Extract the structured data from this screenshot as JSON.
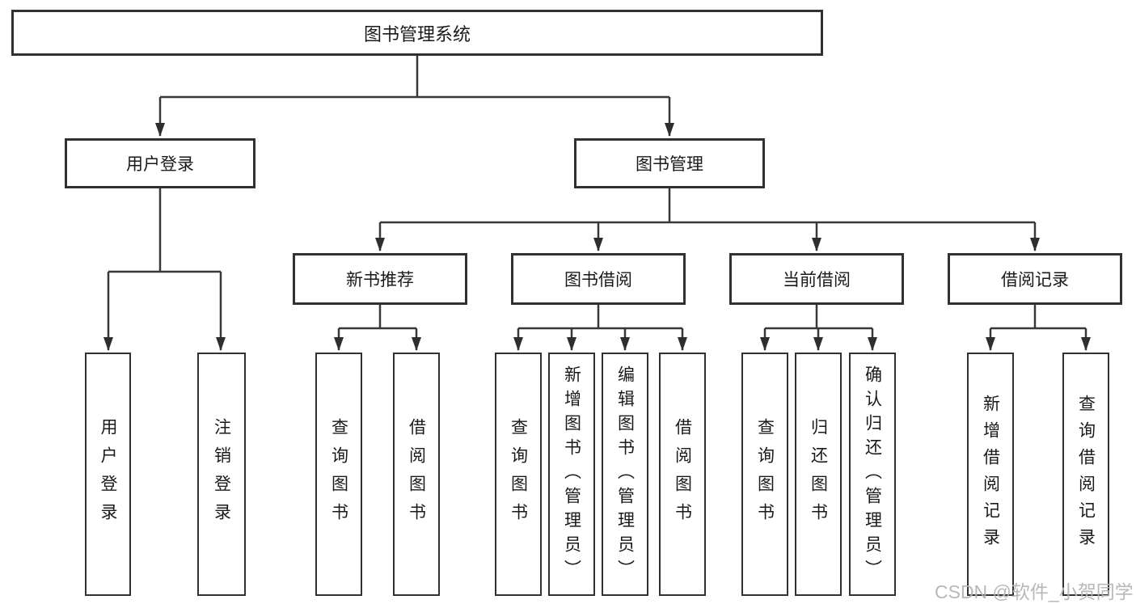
{
  "title": "图书管理系统",
  "watermark": "CSDN @软件_小贺同学",
  "colors": {
    "background": "#ffffff",
    "box_border": "#313131",
    "connector_line": "#383838",
    "text": "#1a1a1a",
    "watermark": "#b4b4b4"
  },
  "nodes": {
    "root": {
      "label": "图书管理系统"
    },
    "level2": [
      {
        "label": "用户登录"
      },
      {
        "label": "图书管理"
      }
    ],
    "level3": [
      {
        "label": "新书推荐"
      },
      {
        "label": "图书借阅"
      },
      {
        "label": "当前借阅"
      },
      {
        "label": "借阅记录"
      }
    ],
    "leaves": [
      {
        "label": "用户登录"
      },
      {
        "label": "注销登录"
      },
      {
        "label": "查询图书"
      },
      {
        "label": "借阅图书"
      },
      {
        "label": "查询图书"
      },
      {
        "label": "新增图书（管理员）"
      },
      {
        "label": "编辑图书（管理员）"
      },
      {
        "label": "借阅图书"
      },
      {
        "label": "查询图书"
      },
      {
        "label": "归还图书"
      },
      {
        "label": "确认归还（管理员）"
      },
      {
        "label": "新增借阅记录"
      },
      {
        "label": "查询借阅记录"
      }
    ]
  }
}
